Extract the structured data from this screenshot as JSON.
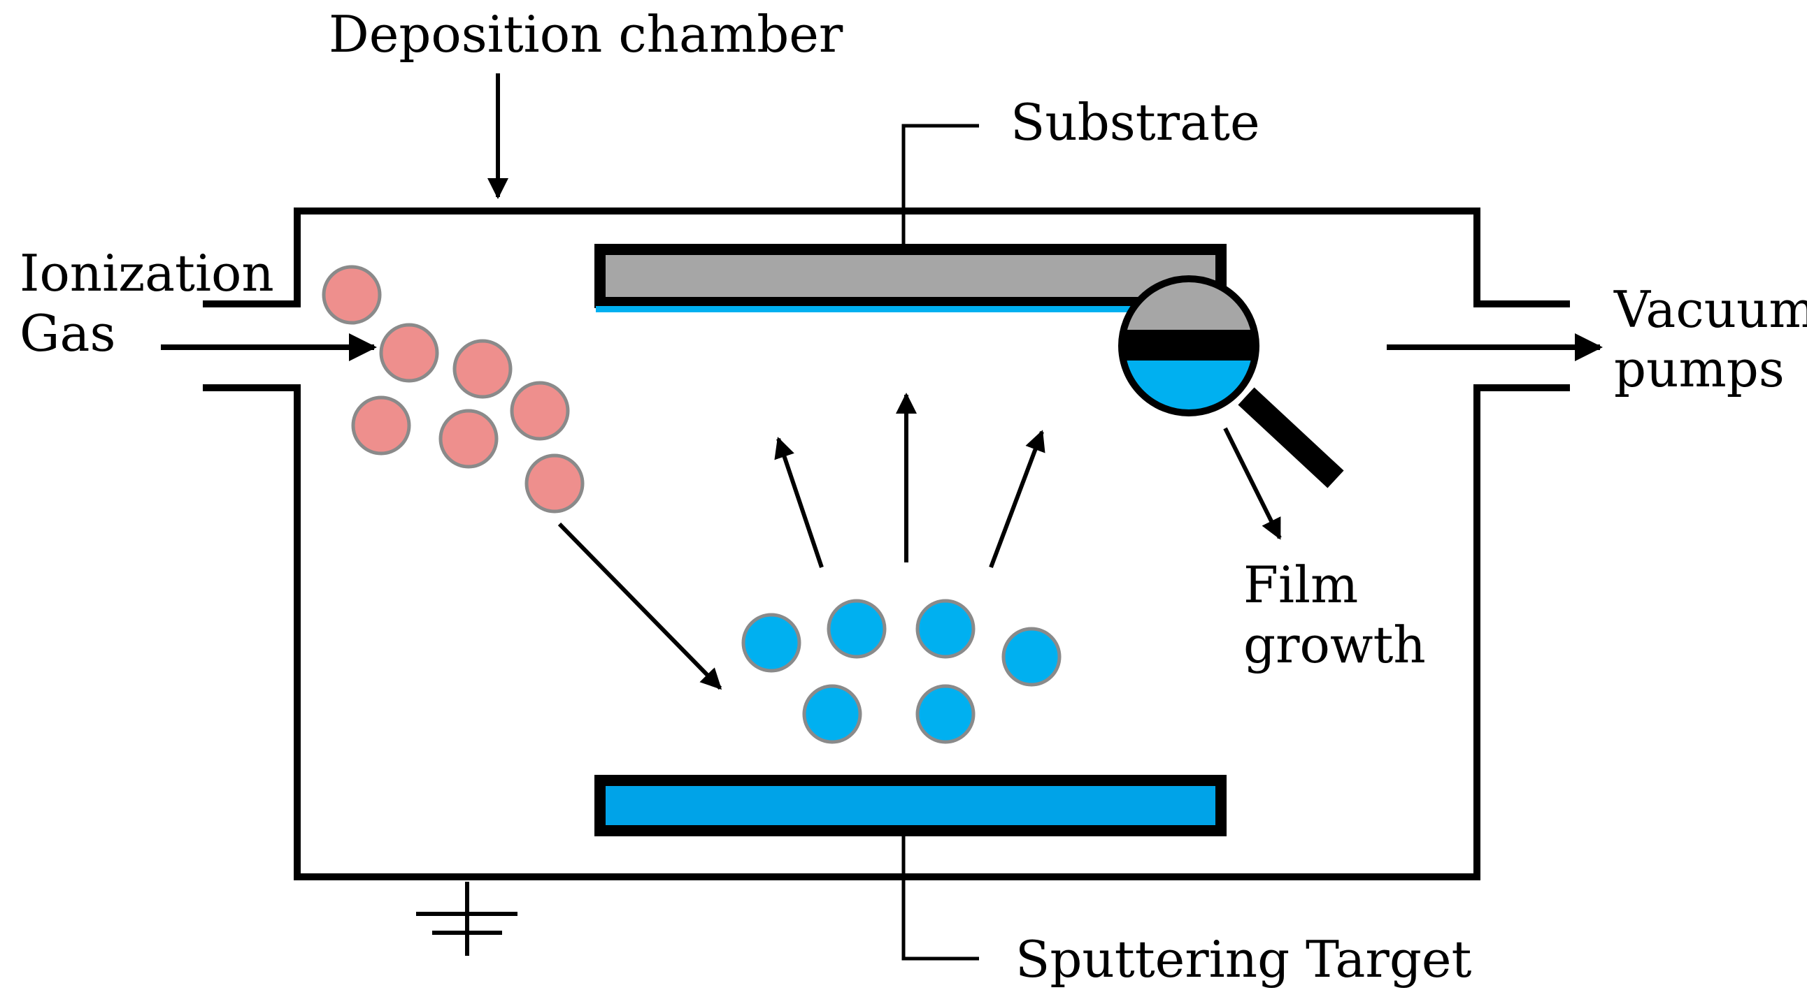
{
  "labels": {
    "deposition_chamber": "Deposition chamber",
    "substrate": "Substrate",
    "ionization_line1": "Ionization",
    "ionization_line2": "Gas",
    "vacuum_line1": "Vacuum",
    "vacuum_line2": "pumps",
    "film_line1": "Film",
    "film_line2": "growth",
    "sputtering_target": "Sputtering Target"
  },
  "colors": {
    "ion_particle": "#ee8f8d",
    "sputtered_particle": "#00b0f0",
    "substrate_fill": "#a6a6a6",
    "target_fill": "#00a3e8",
    "film_layer": "#00b0f0",
    "particle_outline": "#8a8a8a",
    "line": "#000000"
  },
  "icons": {
    "magnifier": "magnifier-icon",
    "ground": "ground-icon"
  }
}
